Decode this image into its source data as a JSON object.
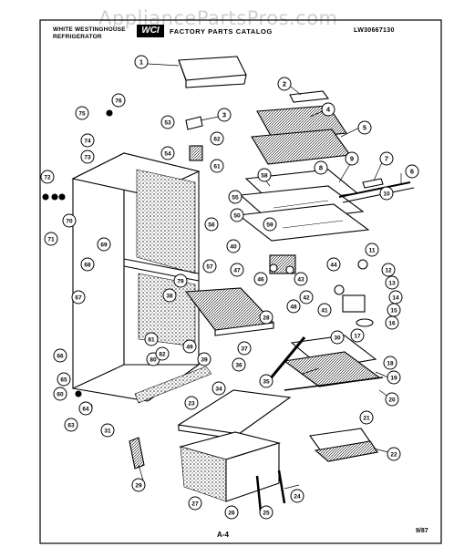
{
  "watermark": "AppliancePartsPros.com",
  "header": {
    "brand_line1": "WHITE WESTINGHOUSE",
    "brand_line2": "REFRIGERATOR",
    "logo": "WCI",
    "catalog": "FACTORY PARTS CATALOG",
    "model": "LW30667130"
  },
  "footer": {
    "page": "A-4",
    "date": "9/87"
  },
  "callouts": [
    "1",
    "2",
    "3",
    "4",
    "5",
    "6",
    "7",
    "8",
    "9",
    "10",
    "11",
    "12",
    "13",
    "14",
    "15",
    "16",
    "17",
    "18",
    "19",
    "20",
    "21",
    "22",
    "23",
    "24",
    "25",
    "26",
    "27",
    "28",
    "29",
    "30",
    "31",
    "34",
    "35",
    "36",
    "37",
    "38",
    "39",
    "40",
    "41",
    "42",
    "43",
    "44",
    "46",
    "47",
    "48",
    "49",
    "50",
    "53",
    "54",
    "55",
    "56",
    "57",
    "58",
    "59",
    "60",
    "61",
    "62",
    "63",
    "64",
    "65",
    "66",
    "67",
    "68",
    "69",
    "70",
    "71",
    "72",
    "73",
    "74",
    "75",
    "76",
    "79",
    "80",
    "81",
    "82"
  ]
}
